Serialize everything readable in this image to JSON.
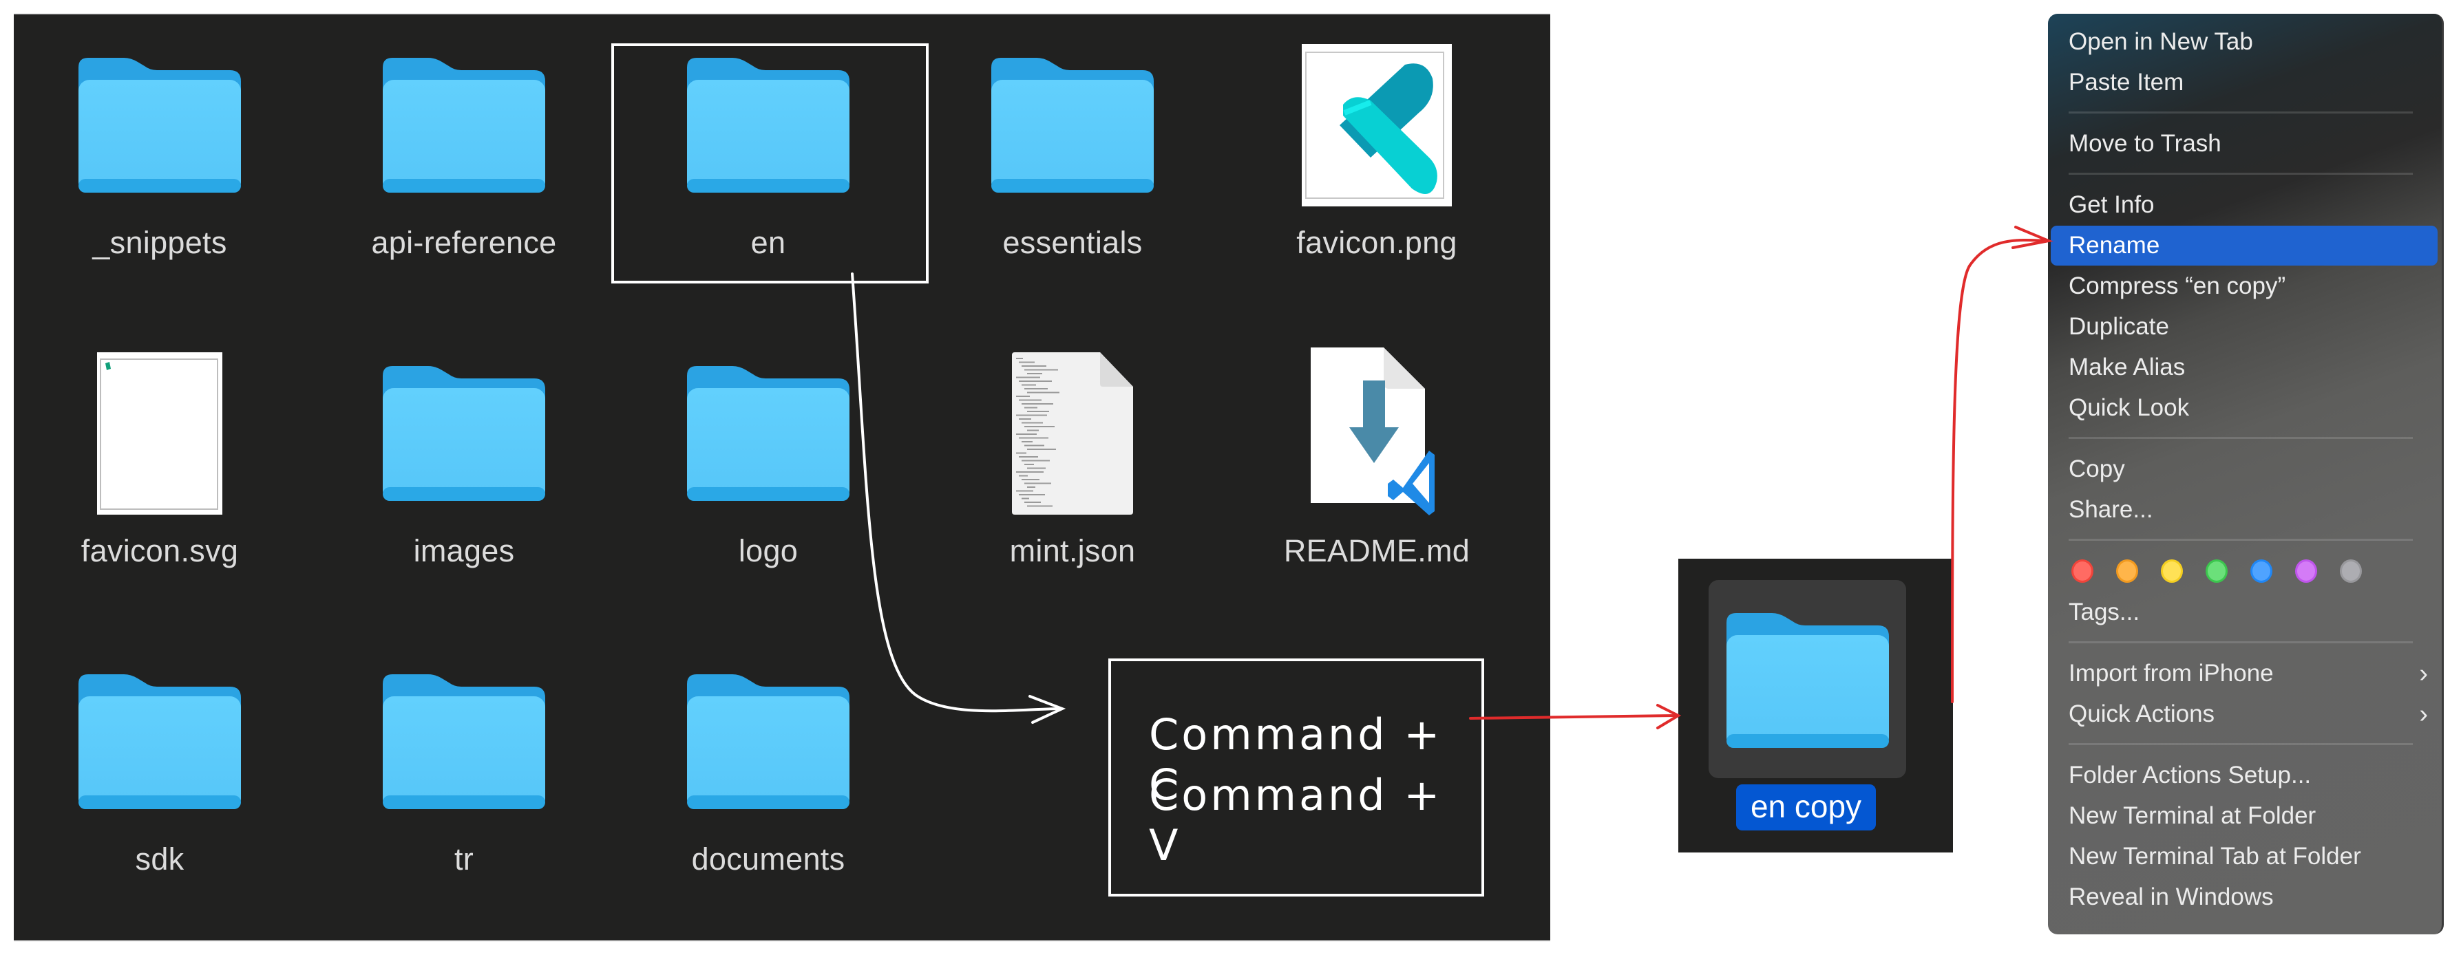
{
  "finder": {
    "items": [
      {
        "name": "_snippets",
        "kind": "folder",
        "selected": true
      },
      {
        "name": "api-reference",
        "kind": "folder"
      },
      {
        "name": "en",
        "kind": "folder",
        "highlighted": true
      },
      {
        "name": "essentials",
        "kind": "folder"
      },
      {
        "name": "favicon.png",
        "kind": "image-png"
      },
      {
        "name": "favicon.svg",
        "kind": "image-svg"
      },
      {
        "name": "images",
        "kind": "folder"
      },
      {
        "name": "logo",
        "kind": "folder"
      },
      {
        "name": "mint.json",
        "kind": "json-file"
      },
      {
        "name": "README.md",
        "kind": "markdown-file"
      },
      {
        "name": "sdk",
        "kind": "folder"
      },
      {
        "name": "tr",
        "kind": "folder"
      },
      {
        "name": "documents",
        "kind": "folder"
      }
    ]
  },
  "annotation": {
    "line1": "Command + C",
    "line2": "Command + V"
  },
  "copy_result": {
    "name": "en copy",
    "icon": "folder-icon"
  },
  "context_menu": {
    "items": [
      {
        "label": "Open in New Tab"
      },
      {
        "label": "Paste Item"
      },
      {
        "separator": true
      },
      {
        "label": "Move to Trash"
      },
      {
        "separator": true
      },
      {
        "label": "Get Info"
      },
      {
        "label": "Rename",
        "active": true
      },
      {
        "label": "Compress “en copy”"
      },
      {
        "label": "Duplicate"
      },
      {
        "label": "Make Alias"
      },
      {
        "label": "Quick Look"
      },
      {
        "separator": true
      },
      {
        "label": "Copy"
      },
      {
        "label": "Share..."
      },
      {
        "separator": true
      },
      {
        "tags": true
      },
      {
        "label": "Tags..."
      },
      {
        "separator": true
      },
      {
        "label": "Import from iPhone",
        "submenu": true
      },
      {
        "label": "Quick Actions",
        "submenu": true
      },
      {
        "separator": true
      },
      {
        "label": "Folder Actions Setup..."
      },
      {
        "label": "New Terminal at Folder"
      },
      {
        "label": "New Terminal Tab at Folder"
      },
      {
        "label": "Reveal in Windows"
      }
    ],
    "chevron_glyph": "›",
    "tag_colors": [
      {
        "name": "red",
        "fill": "#ff6b63",
        "ring": "#f0443a"
      },
      {
        "name": "orange",
        "fill": "#ffb54a",
        "ring": "#f29a1f"
      },
      {
        "name": "yellow",
        "fill": "#ffe156",
        "ring": "#f5cf20"
      },
      {
        "name": "green",
        "fill": "#6be07a",
        "ring": "#3cc64e"
      },
      {
        "name": "blue",
        "fill": "#4fa3ff",
        "ring": "#1f86f5"
      },
      {
        "name": "purple",
        "fill": "#d47bf7",
        "ring": "#bf55ec"
      },
      {
        "name": "gray",
        "fill": "#adadb2",
        "ring": "#98989c"
      }
    ]
  },
  "colors": {
    "folder_light": "#5ecdfc",
    "folder_dark": "#27a4e4",
    "accent_blue": "#1f63d0",
    "annotation_red": "#e02b2b"
  }
}
